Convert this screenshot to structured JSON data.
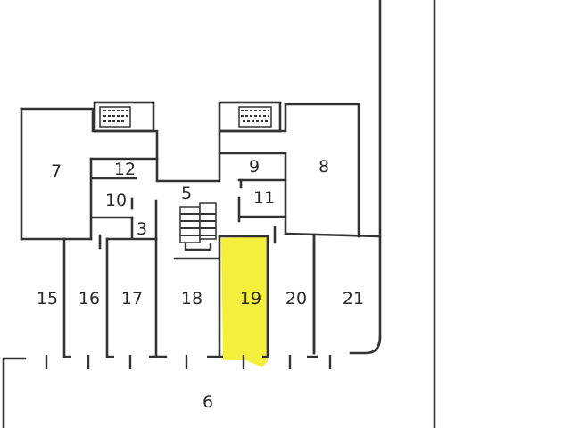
{
  "plan": {
    "highlight_color": "#f4ef3c",
    "highlighted_unit": "19",
    "units": [
      {
        "id": "7",
        "label": "7"
      },
      {
        "id": "12",
        "label": "12"
      },
      {
        "id": "10",
        "label": "10"
      },
      {
        "id": "3",
        "label": "3"
      },
      {
        "id": "5",
        "label": "5"
      },
      {
        "id": "9",
        "label": "9"
      },
      {
        "id": "11",
        "label": "11"
      },
      {
        "id": "8",
        "label": "8"
      },
      {
        "id": "15",
        "label": "15"
      },
      {
        "id": "16",
        "label": "16"
      },
      {
        "id": "17",
        "label": "17"
      },
      {
        "id": "18",
        "label": "18"
      },
      {
        "id": "19",
        "label": "19"
      },
      {
        "id": "20",
        "label": "20"
      },
      {
        "id": "21",
        "label": "21"
      },
      {
        "id": "6",
        "label": "6"
      }
    ]
  }
}
